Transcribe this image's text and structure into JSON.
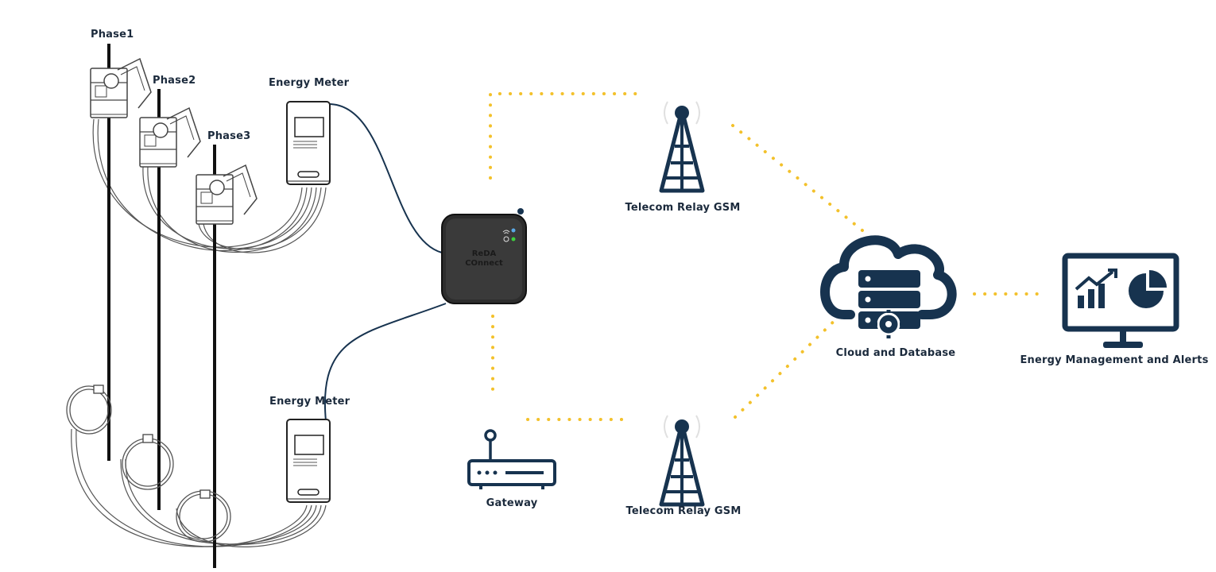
{
  "labels": {
    "phase1": "Phase1",
    "phase2": "Phase2",
    "phase3": "Phase3",
    "energy_meter_top": "Energy Meter",
    "energy_meter_bottom": "Energy Meter",
    "device_line1": "ReDA",
    "device_line2": "COnnect",
    "tower_top": "Telecom Relay GSM",
    "tower_bottom": "Telecom Relay GSM",
    "gateway": "Gateway",
    "cloud": "Cloud and Database",
    "monitor": "Energy Management and Alerts"
  },
  "colors": {
    "navy": "#17334f",
    "dotted_link": "#f3c12b",
    "device": "#2d2d2d",
    "led_blue": "#5aa9e6",
    "led_green": "#3ecf3e"
  },
  "icons": {
    "tower": "antenna-tower-icon",
    "cloud": "cloud-database-icon",
    "gateway": "router-icon",
    "monitor": "analytics-monitor-icon",
    "meter": "energy-meter-icon",
    "clamp": "current-clamp-icon",
    "coil": "rogowski-coil-icon"
  }
}
